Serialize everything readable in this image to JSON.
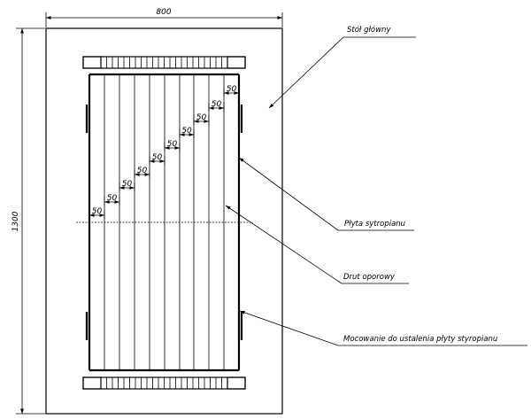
{
  "dimensions": {
    "width": "800",
    "height": "1300",
    "spacings": [
      "50",
      "50",
      "50",
      "50",
      "50",
      "50",
      "50",
      "50",
      "50",
      "50"
    ]
  },
  "labels": {
    "main_table": "Stół główny",
    "styrofoam_board": "Płyta sytropianu",
    "resistance_wire": "Drut oporowy",
    "mounting": "Mocowanie do ustalenia płyty styropianu"
  }
}
